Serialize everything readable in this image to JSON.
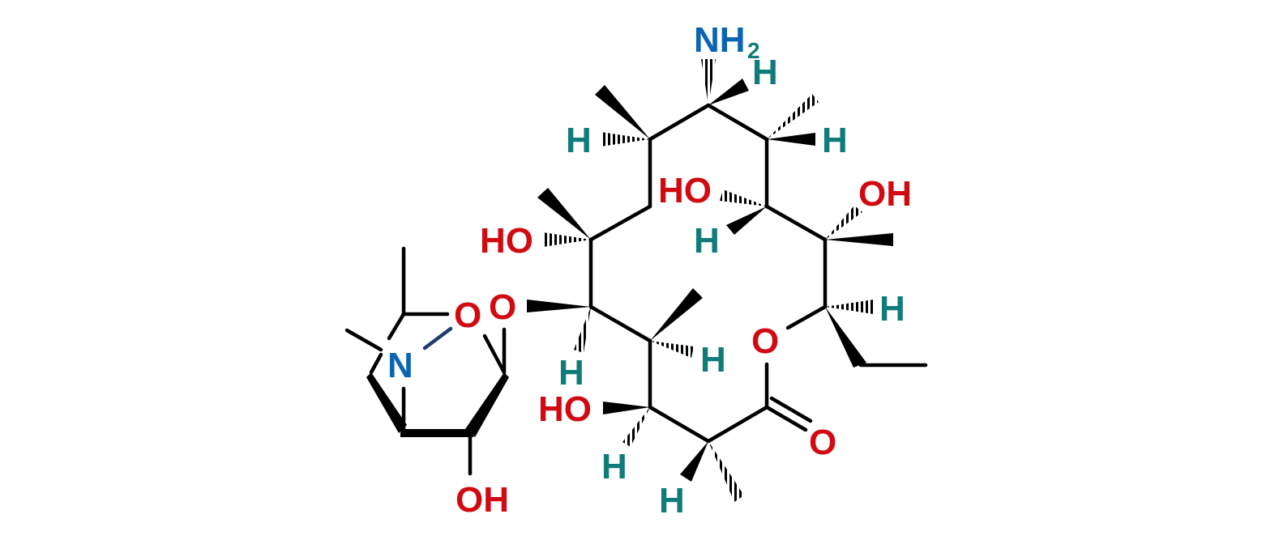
{
  "colors": {
    "bond": "#000000",
    "oxygen": "#d10a12",
    "nitrogen": "#0a66b3",
    "hydrogen": "#107c7a",
    "n_bond": "#1f3a6e"
  },
  "atoms": {
    "nh2": "NH",
    "nh2_sub": "2",
    "h": "H",
    "ho": "HO",
    "oh": "OH",
    "o": "O",
    "n": "N"
  }
}
